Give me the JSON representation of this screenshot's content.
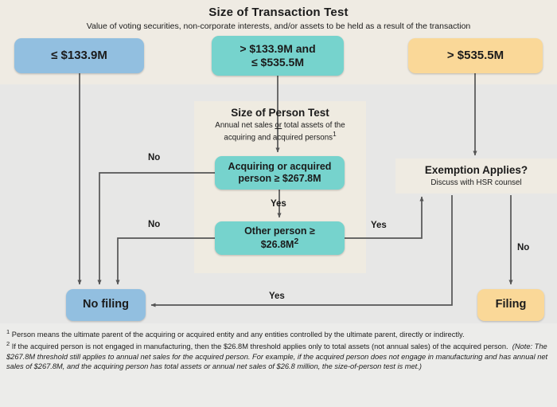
{
  "header": {
    "title": "Size of Transaction Test",
    "subtitle": "Value of voting securities, non-corporate interests, and/or assets to be held as a result of the transaction"
  },
  "transaction_boxes": [
    {
      "id": "le-133",
      "label": "≤ $133.9M",
      "color": "#92bfe0"
    },
    {
      "id": "between",
      "label": "> $133.9M and\n≤ $535.5M",
      "line1": "> $133.9M and",
      "line2": "≤ $535.5M",
      "color": "#76d3cd"
    },
    {
      "id": "gt-535",
      "label": "> $535.5M",
      "color": "#fad898"
    }
  ],
  "person_test": {
    "title": "Size of Person Test",
    "subtitle_line1": "Annual net sales or total assets of the",
    "subtitle_line2": "acquiring and acquired persons",
    "subtitle_footnote_marker": "1",
    "boxes": [
      {
        "id": "acq-person",
        "line1": "Acquiring or acquired",
        "line2": "person ≥ $267.8M",
        "color": "#76d3cd"
      },
      {
        "id": "other-person",
        "line1": "Other person ≥",
        "line2": "$26.8M",
        "footnote_marker": "2",
        "color": "#76d3cd"
      }
    ]
  },
  "exemption": {
    "title": "Exemption Applies?",
    "subtitle": "Discuss with HSR counsel"
  },
  "outcomes": [
    {
      "id": "no-filing",
      "label": "No filing",
      "color": "#92bfe0"
    },
    {
      "id": "filing",
      "label": "Filing",
      "color": "#fad898"
    }
  ],
  "edge_labels": {
    "no_1": "No",
    "no_2": "No",
    "no_3": "No",
    "yes_1": "Yes",
    "yes_2": "Yes",
    "yes_3": "Yes"
  },
  "footnotes": {
    "note1_marker": "1",
    "note1_text": "Person means the ultimate parent of the acquiring or acquired entity and any entities controlled by the ultimate parent, directly or indirectly.",
    "note2_marker": "2",
    "note2_text_plain": "If the acquired person is not engaged in manufacturing, then the $26.8M threshold applies only to total assets (not annual sales) of the acquired person.",
    "note2_text_italic": "(Note: The $267.8M threshold still applies to annual net sales for the acquired person. For example, if the acquired person does not engage in manufacturing and has annual net sales of $267.8M, and the acquiring person has total assets or annual net sales of $26.8 million, the size-of-person test is met.)"
  },
  "palette": {
    "blue": "#92bfe0",
    "teal": "#76d3cd",
    "orange": "#fad898",
    "band_beige": "#efebe3",
    "background_gray": "#e7e7e6",
    "connector": "#555555"
  }
}
